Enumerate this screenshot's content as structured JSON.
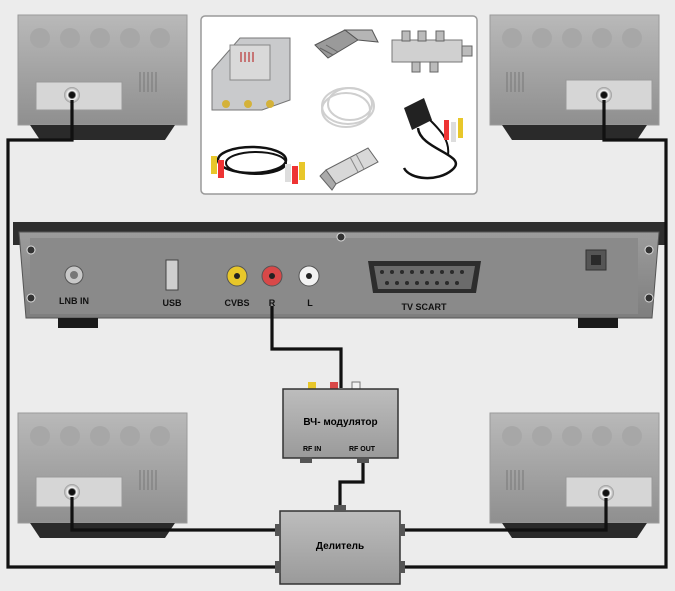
{
  "receiver": {
    "ports": {
      "lnb_in": "LNB IN",
      "usb": "USB",
      "cvbs": "CVBS",
      "r": "R",
      "l": "L",
      "tv_scart": "TV SCART"
    }
  },
  "modulator": {
    "title": "ВЧ- модулятор",
    "rf_in": "RF IN",
    "rf_out": "RF OUT"
  },
  "splitter": {
    "title": "Делитель"
  },
  "colors": {
    "background": "#ececec",
    "cable": "#111111",
    "device_body": "#8c8c8c",
    "box_fill": "#a9a9a9"
  },
  "icons": [
    "tv-back-icon",
    "coax-connector-icon",
    "rca-cable-icon",
    "f-connector-icon",
    "antenna-splitter-icon",
    "scart-cable-icon",
    "coax-cable-icon",
    "coax-adapter-icon",
    "amplifier-icon"
  ]
}
